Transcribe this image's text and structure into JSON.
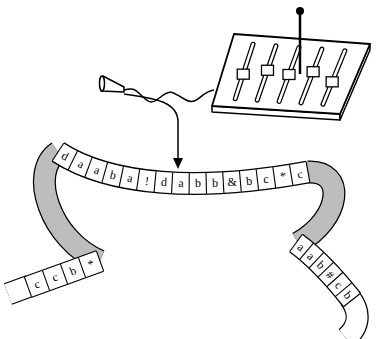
{
  "diagram": {
    "labels": [
      "d",
      "a",
      "a",
      "b",
      "a",
      "!",
      "d",
      "a",
      "b",
      "b",
      "&",
      "b",
      "c",
      "*",
      "c",
      "a",
      "a",
      "b",
      "#",
      "c",
      "b",
      "c",
      "c",
      "b",
      "*"
    ]
  }
}
